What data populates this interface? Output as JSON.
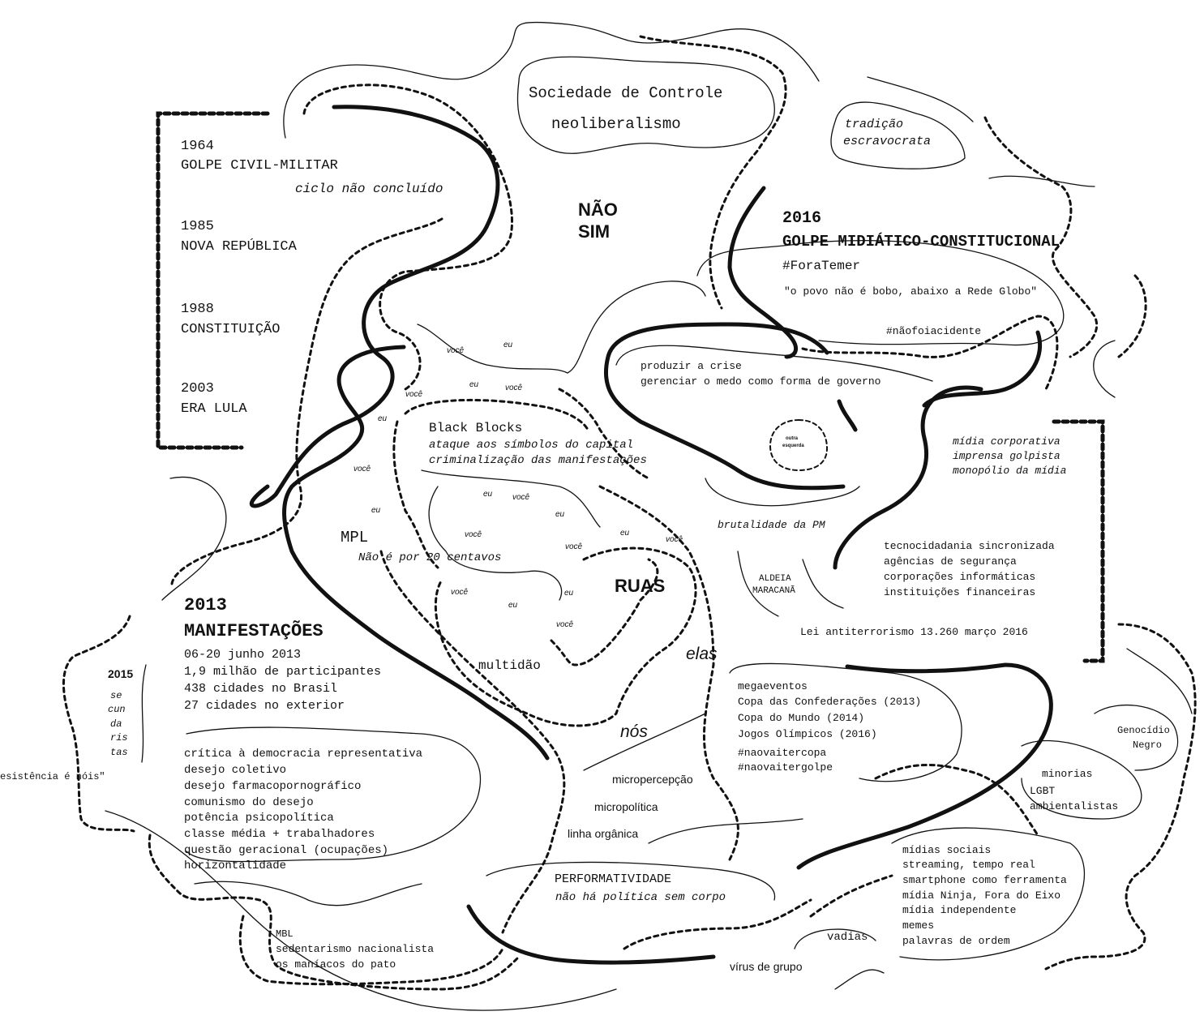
{
  "top": {
    "sociedade": "Sociedade de Controle",
    "neoliberalismo": "neoliberalismo",
    "tradicao": [
      "tradição",
      "escravocrata"
    ],
    "nao": "NÃO",
    "sim": "SIM"
  },
  "timeline": {
    "y1964": "1964",
    "golpe_civil": "GOLPE CIVIL-MILITAR",
    "ciclo": "ciclo não concluído",
    "y1985": "1985",
    "nova_rep": "NOVA REPÚBLICA",
    "y1988": "1988",
    "constituicao": "CONSTITUIÇÃO",
    "y2003": "2003",
    "era_lula": "ERA LULA"
  },
  "golpe2016": {
    "year": "2016",
    "title": "GOLPE MIDIÁTICO-CONSTITUCIONAL",
    "tag": "#ForaTemer",
    "quote": "\"o povo não é bobo, abaixo a Rede Globo\"",
    "acidente": "#nãofoiacidente",
    "crise1": "produzir a crise",
    "crise2": "gerenciar o medo como forma de governo",
    "outra": [
      "outra",
      "esquerda"
    ]
  },
  "midia": {
    "corporativa": [
      "mídia corporativa",
      "imprensa golpista",
      "monopólio da mídia"
    ],
    "tecno": [
      "tecnocidadania sincronizada",
      "agências de segurança",
      "corporações informáticas",
      "instituições financeiras"
    ],
    "lei": "Lei antiterrorismo 13.260 março 2016"
  },
  "center": {
    "bb_title": "Black Blocks",
    "bb_line1": "ataque aos símbolos do capital",
    "bb_line2": "criminalização das manifestações",
    "mpl": "MPL",
    "centavos": "Não é por 20 centavos",
    "ruas": "RUAS",
    "multidao": "multidão",
    "elas": "elas",
    "nos": "nós",
    "brutalidade": "brutalidade da PM",
    "aldeia": [
      "ALDEIA",
      "MARACANÃ"
    ]
  },
  "eu_voce": {
    "voce": "você",
    "eu": "eu"
  },
  "manif2013": {
    "year": "2013",
    "title": "MANIFESTAÇÕES",
    "lines": [
      "06-20 junho 2013",
      "1,9 milhão de participantes",
      "438 cidades no Brasil",
      "27 cidades no exterior"
    ]
  },
  "critica": [
    "crítica à democracia representativa",
    "desejo coletivo",
    "desejo farmacopornográfico",
    "comunismo do desejo",
    "potência psicopolítica",
    "classe média + trabalhadores",
    "questão geracional (ocupações)",
    "horizontalidade"
  ],
  "y2015": {
    "year": "2015",
    "words": [
      "se",
      "cun",
      "da",
      "ris",
      "tas"
    ],
    "resistencia": "esistência é nóis\""
  },
  "megaeventos": [
    "megaeventos",
    "Copa das Confederações (2013)",
    "Copa do Mundo (2014)",
    "Jogos Olímpicos (2016)",
    "#naovaitercopa",
    "#naovaitergolpe"
  ],
  "micro": {
    "percepcao": "micropercepção",
    "politica": "micropolítica",
    "linha": "linha orgânica"
  },
  "perf": {
    "title": "PERFORMATIVIDADE",
    "sub": "não há política sem corpo"
  },
  "mbl": [
    "MBL",
    "sedentarismo nacionalista",
    "os maníacos do pato"
  ],
  "virus": "vírus de grupo",
  "vadias": "vadias",
  "midias_sociais": [
    "mídias sociais",
    "streaming, tempo real",
    "smartphone como ferramenta",
    "mídia Ninja, Fora do Eixo",
    "mídia independente",
    "memes",
    "palavras de ordem"
  ],
  "minorias": [
    "minorias",
    "LGBT",
    "ambientalistas"
  ],
  "genocidio": [
    "Genocídio",
    "Negro"
  ]
}
